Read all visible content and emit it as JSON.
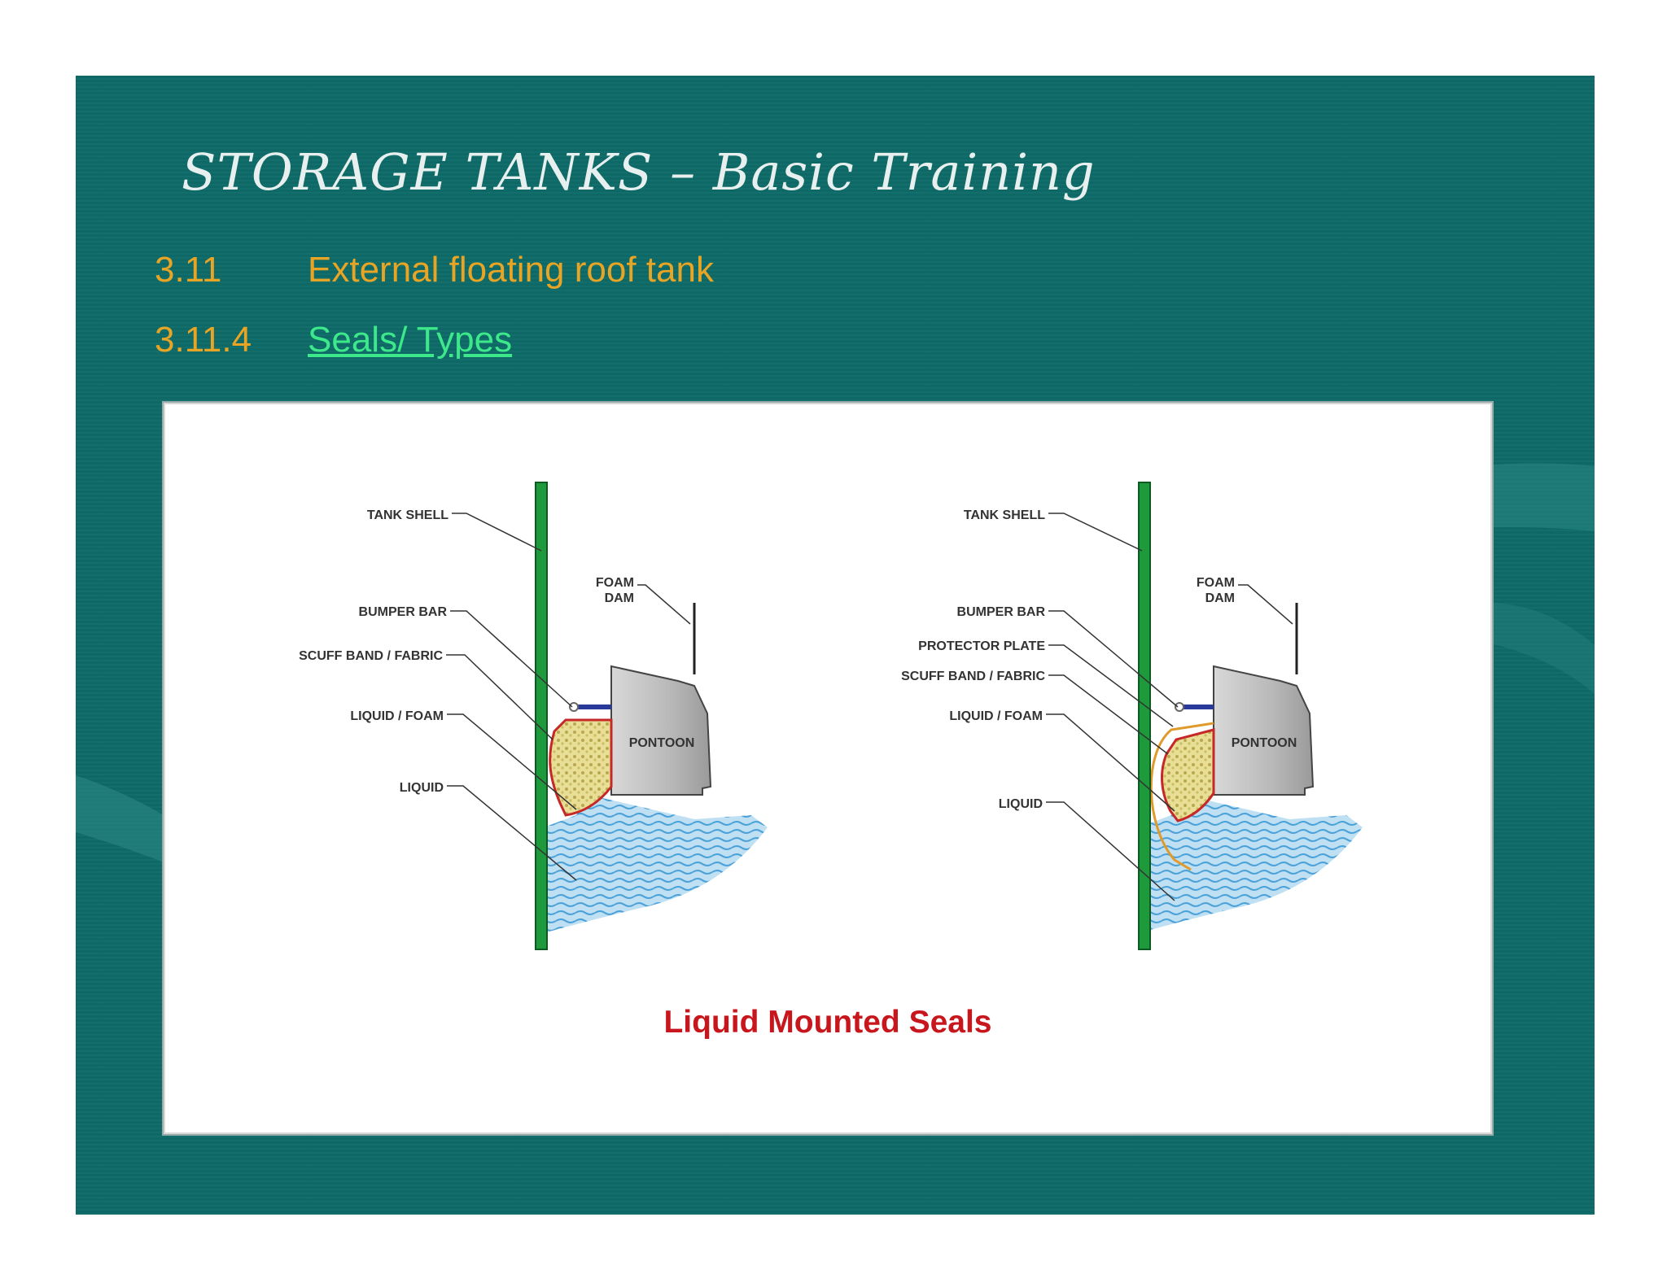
{
  "slide": {
    "title": "STORAGE TANKS – Basic Training",
    "section": {
      "number": "3.11",
      "text": "External floating roof tank"
    },
    "subsection": {
      "number": "3.11.4",
      "text": "Seals/ Types"
    }
  },
  "figure": {
    "caption": "Liquid Mounted Seals",
    "left_diagram": {
      "labels": {
        "tank_shell": "TANK SHELL",
        "foam_dam_1": "FOAM",
        "foam_dam_2": "DAM",
        "bumper_bar": "BUMPER BAR",
        "scuff_band": "SCUFF BAND / FABRIC",
        "liquid_foam": "LIQUID / FOAM",
        "liquid": "LIQUID",
        "pontoon": "PONTOON"
      }
    },
    "right_diagram": {
      "labels": {
        "tank_shell": "TANK SHELL",
        "foam_dam_1": "FOAM",
        "foam_dam_2": "DAM",
        "bumper_bar": "BUMPER BAR",
        "protector_plate": "PROTECTOR PLATE",
        "scuff_band": "SCUFF BAND / FABRIC",
        "liquid_foam": "LIQUID / FOAM",
        "liquid": "LIQUID",
        "pontoon": "PONTOON"
      }
    }
  },
  "colors": {
    "background": "#0d6b68",
    "title": "#e8f0ef",
    "heading": "#e8a424",
    "link": "#3de88a",
    "caption": "#c8161d",
    "tank_shell": "#1e9a3c",
    "seal_outline": "#c62828",
    "protector_plate": "#e09a2a"
  }
}
